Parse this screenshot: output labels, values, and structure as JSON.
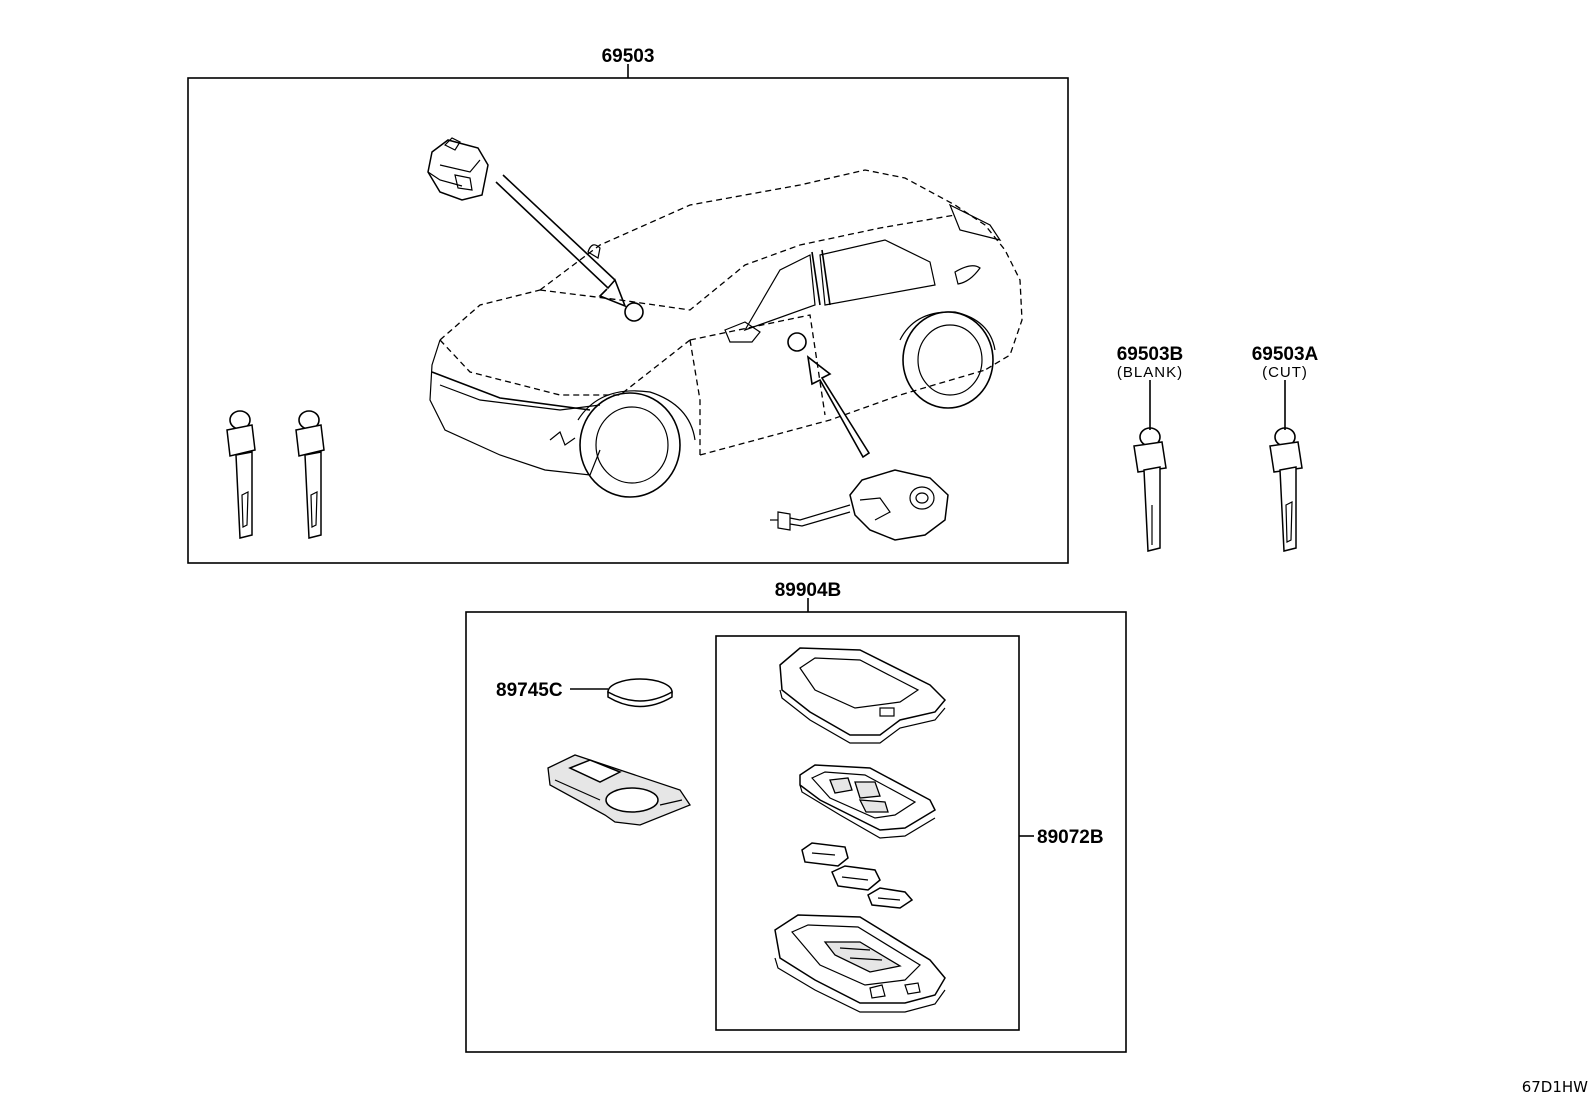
{
  "callouts": {
    "key_set": "69503",
    "key_blank": "69503B",
    "key_blank_note": "(BLANK)",
    "key_cut": "69503A",
    "key_cut_note": "(CUT)",
    "transmitter_set": "89904B",
    "battery": "89745C",
    "transmitter_housing": "89072B"
  },
  "figure_code": "67D1HW"
}
